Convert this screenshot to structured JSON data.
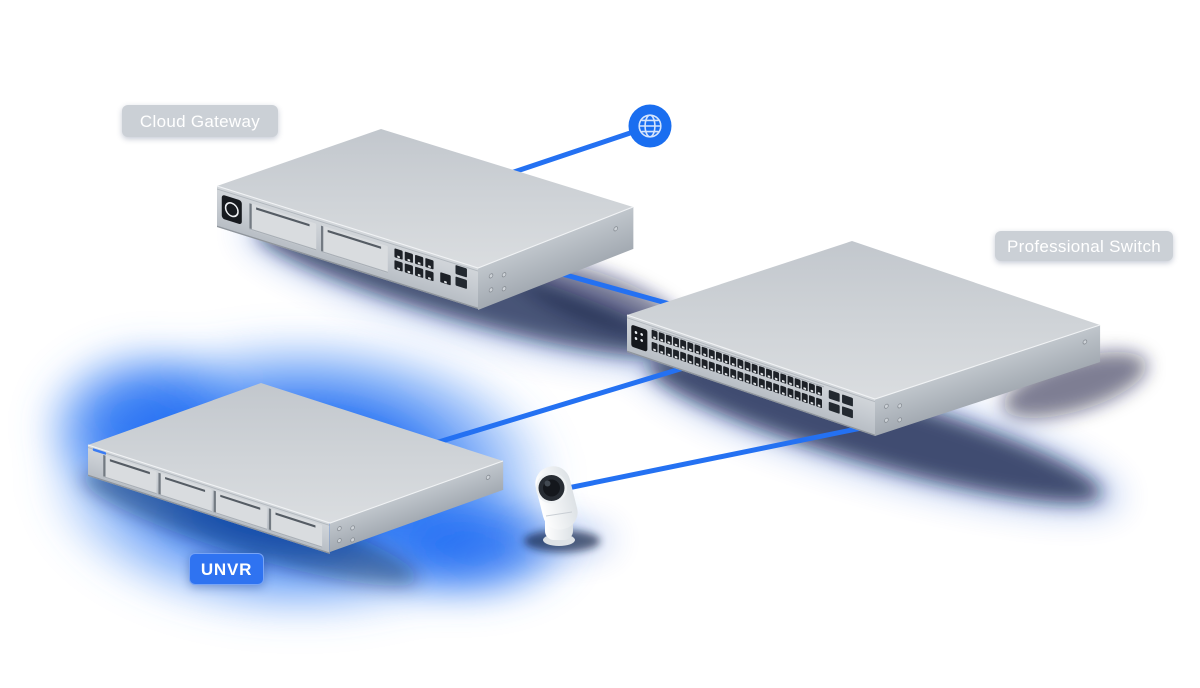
{
  "labels": {
    "cloud_gateway": "Cloud Gateway",
    "professional_switch": "Professional Switch",
    "unvr": "UNVR"
  },
  "icons": {
    "internet": "globe-icon"
  },
  "devices": {
    "cloud_gateway": {
      "lan_ports": 8,
      "wan_ports": 1,
      "sfp_ports": 2,
      "drive_bays": 2
    },
    "professional_switch": {
      "rj45_ports": 48,
      "sfp_plus_ports": 4
    },
    "unvr": {
      "drive_bays": 4
    },
    "camera": {
      "lenses": 1
    }
  },
  "colors": {
    "background": "#ffffff",
    "line": "#2471f2",
    "glow_core": "#1463f1",
    "glow_mid": "#1e6cf3",
    "glow_outer": "#5f9cf7",
    "globe_bg": "#1a6ef0",
    "globe_glyph": "#d4e4fc",
    "label_grey_bg": "#cbd0d6",
    "label_blue_bg": "#2f73f1",
    "label_text": "#ffffff",
    "shadow": "#0e1a3d",
    "device_top": "#d0d4d8",
    "device_front": "#c6cbd1",
    "device_side": "#aab1b9"
  }
}
